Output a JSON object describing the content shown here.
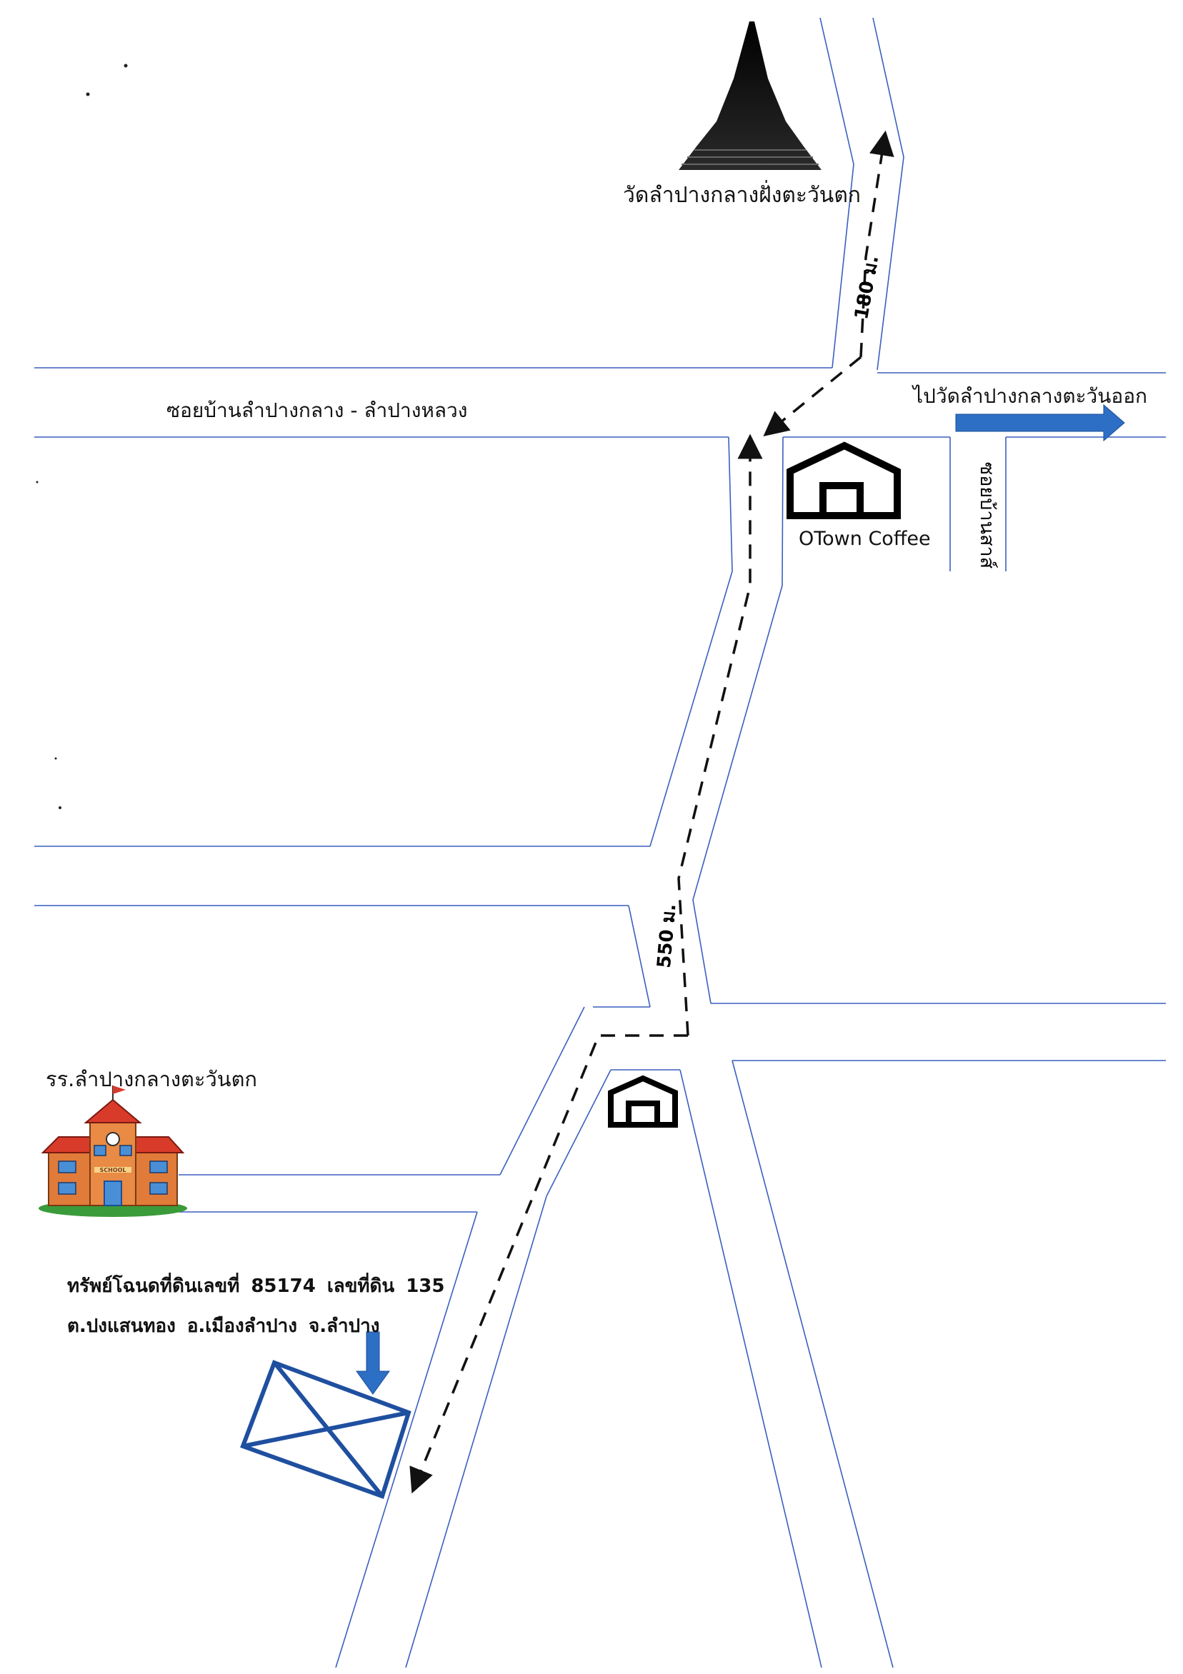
{
  "labels": {
    "temple": "วัดลำปางกลางฝั่งตะวันตก",
    "main_soi": "ซอยบ้านลำปางกลาง - ลำปางหลวง",
    "to_east_temple": "ไปวัดลำปางกลางตะวันออก",
    "cafe": "OTown Coffee",
    "side_soi": "ซอยบ้านสาส์",
    "school": "รร.ลำปางกลางตะวันตก",
    "school_sign": "SCHOOL",
    "dist_north": "180 ม.",
    "dist_south": "550 ม."
  },
  "deed": {
    "line1_a": "ทรัพย์โฉนดที่ดินเลขที่",
    "line1_b": "85174",
    "line1_c": "เลขที่ดิน",
    "line1_d": "135",
    "line2_a": "ต.ปงแสนทอง",
    "line2_b": "อ.เมืองลำปาง",
    "line2_c": "จ.ลำปาง"
  },
  "colors": {
    "road": "#3a5fbf",
    "arrow": "#2d6fc4",
    "plot": "#1f4f9f",
    "route": "#111111",
    "school_wall": "#e07b3a",
    "school_roof": "#d93b2b"
  },
  "icons": [
    "temple-stupa-icon",
    "house-icon",
    "school-building-icon",
    "land-plot-icon",
    "east-arrow-icon",
    "down-arrow-icon"
  ]
}
